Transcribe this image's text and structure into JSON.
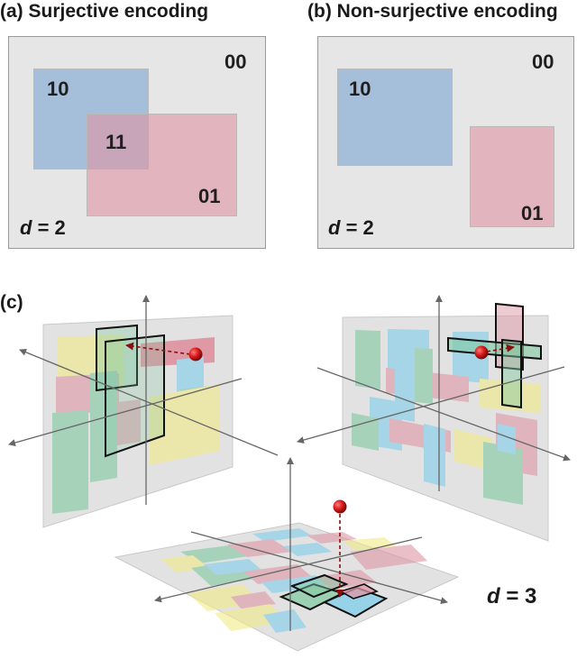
{
  "panel_a": {
    "title": "(a) Surjective encoding",
    "codes": {
      "outside": "00",
      "blue": "10",
      "overlap": "11",
      "pink": "01"
    },
    "dimension": {
      "var": "d",
      "eq": " = 2"
    }
  },
  "panel_b": {
    "title": "(b) Non-surjective encoding",
    "codes": {
      "outside": "00",
      "blue": "10",
      "pink": "01"
    },
    "dimension": {
      "var": "d",
      "eq": " = 2"
    }
  },
  "panel_c": {
    "title": "(c)",
    "dimension": {
      "var": "d",
      "eq": " = 3"
    }
  },
  "colors": {
    "blue": "#8cafd4",
    "pink": "#de96a5",
    "yellow": "#f2ea84",
    "green": "#7fc9a0",
    "cyan": "#7ecdea",
    "red": "#dd6a7e",
    "plane": "#dedede",
    "point": "#cc1f1f"
  }
}
